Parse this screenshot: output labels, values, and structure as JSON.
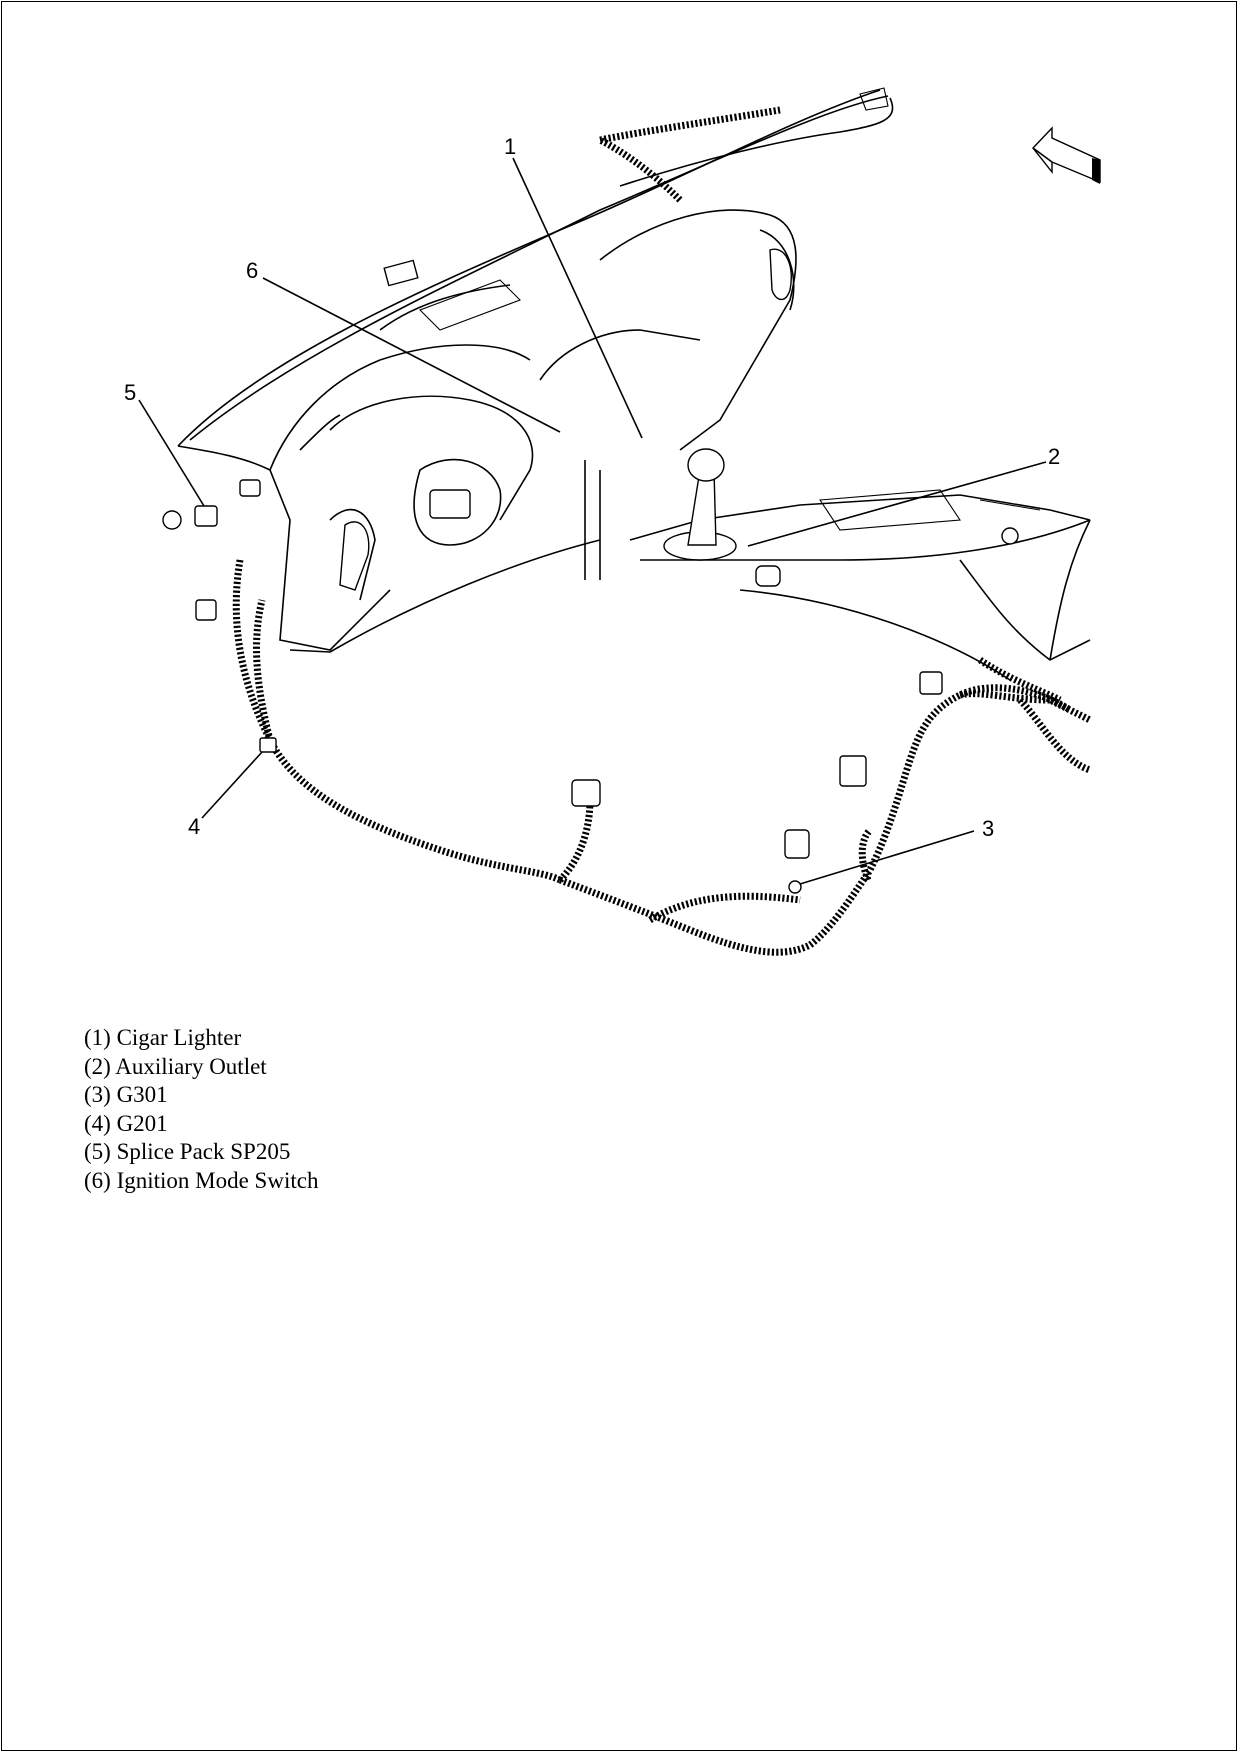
{
  "callouts": [
    {
      "num": "1",
      "name": "Cigar Lighter"
    },
    {
      "num": "2",
      "name": "Auxiliary Outlet"
    },
    {
      "num": "3",
      "name": "G301"
    },
    {
      "num": "4",
      "name": "G201"
    },
    {
      "num": "5",
      "name": "Splice Pack SP205"
    },
    {
      "num": "6",
      "name": "Ignition Mode Switch"
    }
  ],
  "legend": [
    "(1) Cigar Lighter",
    "(2) Auxiliary Outlet",
    "(3) G301",
    "(4) G201",
    "(5) Splice Pack SP205",
    "(6) Ignition Mode Switch"
  ],
  "icons": {
    "direction_arrow": "forward-arrow-icon"
  }
}
